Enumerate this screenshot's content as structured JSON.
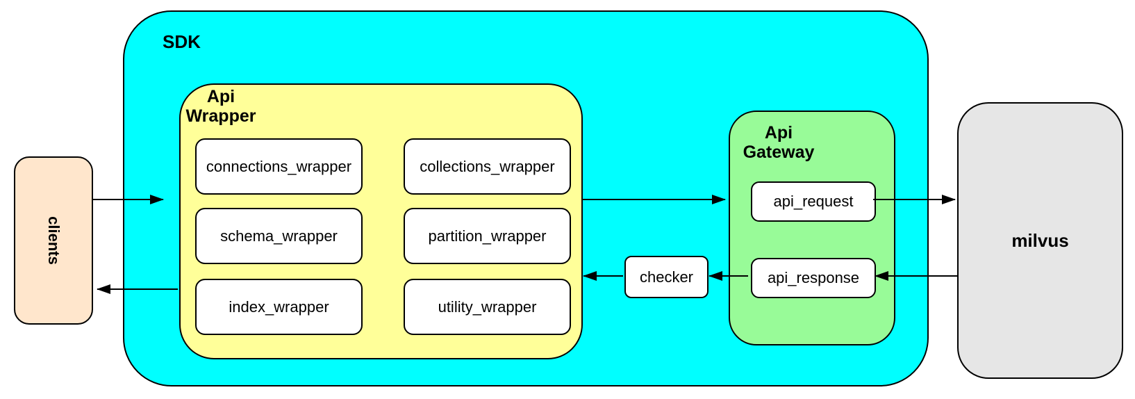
{
  "colors": {
    "sdk_fill": "#00FFFF",
    "api_wrapper_fill": "#FFFF99",
    "api_gateway_fill": "#98FB98",
    "clients_fill": "#FFE6CC",
    "milvus_fill": "#E6E6E6",
    "node_fill": "#FFFFFF",
    "stroke": "#000000"
  },
  "clients": {
    "label": "clients"
  },
  "sdk": {
    "label": "SDK",
    "api_wrapper": {
      "title_lines": [
        "Api",
        "Wrapper"
      ],
      "modules": [
        "connections_wrapper",
        "collections_wrapper",
        "schema_wrapper",
        "partition_wrapper",
        "index_wrapper",
        "utility_wrapper"
      ]
    },
    "api_gateway": {
      "title_lines": [
        "Api",
        "Gateway"
      ],
      "request_label": "api_request",
      "response_label": "api_response"
    },
    "checker_label": "checker"
  },
  "milvus": {
    "label": "milvus"
  }
}
